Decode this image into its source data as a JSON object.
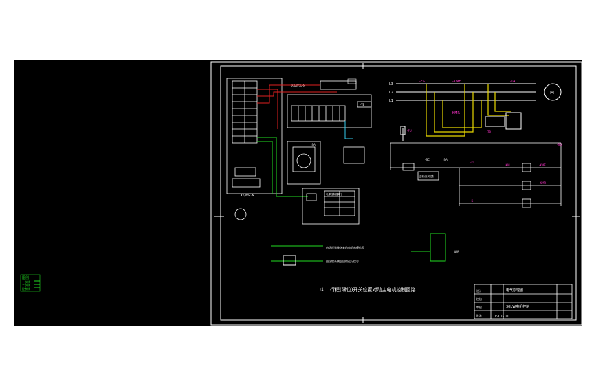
{
  "canvas": {
    "background": "#000000",
    "page_bg": "#ffffff"
  },
  "colors": {
    "frame": "#ffffff",
    "wire_yellow": "#e8d800",
    "wire_green": "#22dd22",
    "wire_red": "#e02020",
    "wire_cyan": "#33ccee",
    "label_magenta": "#ff33cc"
  },
  "drawing": {
    "caption_circle": "①",
    "caption": "行程(限位)开关位置对动主电机控制回路",
    "note_side": "说明",
    "legend_left": [
      "图例",
      "一次线",
      "二次线",
      "控制线"
    ]
  },
  "power_circuit": {
    "phases": [
      "L3",
      "L2",
      "L1"
    ],
    "switch_fs": "-FS",
    "contactor_fwd": "-KMF",
    "contactor_rev": "-KMR",
    "current_tx": "-TA",
    "motor": "M",
    "relay_tp": "-TP",
    "fuse": "-FU"
  },
  "control_circuit": {
    "labels": [
      "-SC",
      "-SA",
      "-KT",
      "-KM",
      "-KMF",
      "-KMR",
      "-K",
      "-SQ"
    ],
    "note": "正转/反转控制"
  },
  "plc_panel": {
    "title": "XK/WSL-M",
    "module": "-TB",
    "module2": "-SA",
    "bottom_label": "XK/WSL-M",
    "terminal_title": "电源控制器端子"
  },
  "notes": [
    "由远程系统送来的电机启停信号",
    "由远程系统返回的运行信号"
  ],
  "title_block": {
    "header": "电气原理图",
    "sub": "30kW电机控制",
    "drawing_no": "E-01-10",
    "rows": [
      "设计",
      "校核",
      "审核",
      "批准"
    ]
  }
}
